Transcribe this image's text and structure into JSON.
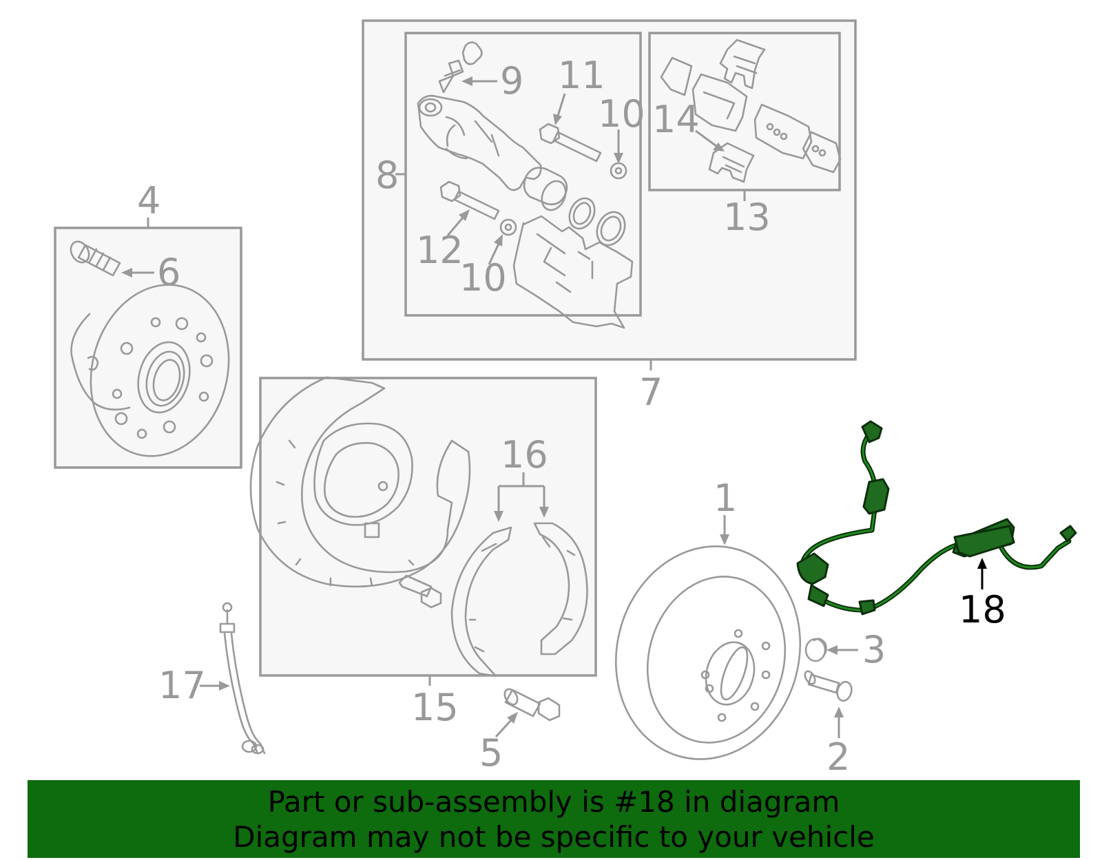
{
  "callouts": {
    "c1": "1",
    "c2": "2",
    "c3": "3",
    "c4": "4",
    "c5": "5",
    "c6": "6",
    "c7": "7",
    "c8": "8",
    "c9": "9",
    "c10a": "10",
    "c10b": "10",
    "c11": "11",
    "c12": "12",
    "c13": "13",
    "c14": "14",
    "c15": "15",
    "c16": "16",
    "c17": "17",
    "c18": "18"
  },
  "highlight": {
    "part_number": "18",
    "color": "#0e6b0e"
  },
  "banner": {
    "line1": "Part or sub-assembly is #18 in diagram",
    "line2": "Diagram may not be specific to your vehicle"
  }
}
